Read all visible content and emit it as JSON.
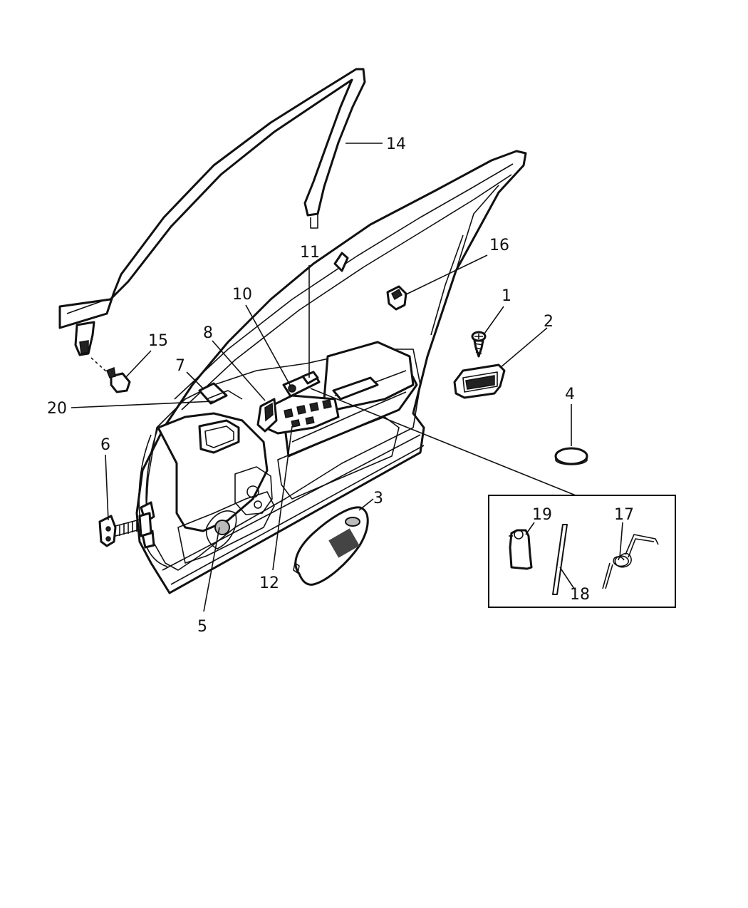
{
  "callouts": {
    "c1": "1",
    "c2": "2",
    "c3": "3",
    "c4": "4",
    "c5": "5",
    "c6": "6",
    "c7": "7",
    "c8": "8",
    "c10": "10",
    "c11": "11",
    "c12": "12",
    "c14": "14",
    "c15": "15",
    "c16": "16",
    "c17": "17",
    "c18": "18",
    "c19": "19",
    "c20": "20"
  }
}
